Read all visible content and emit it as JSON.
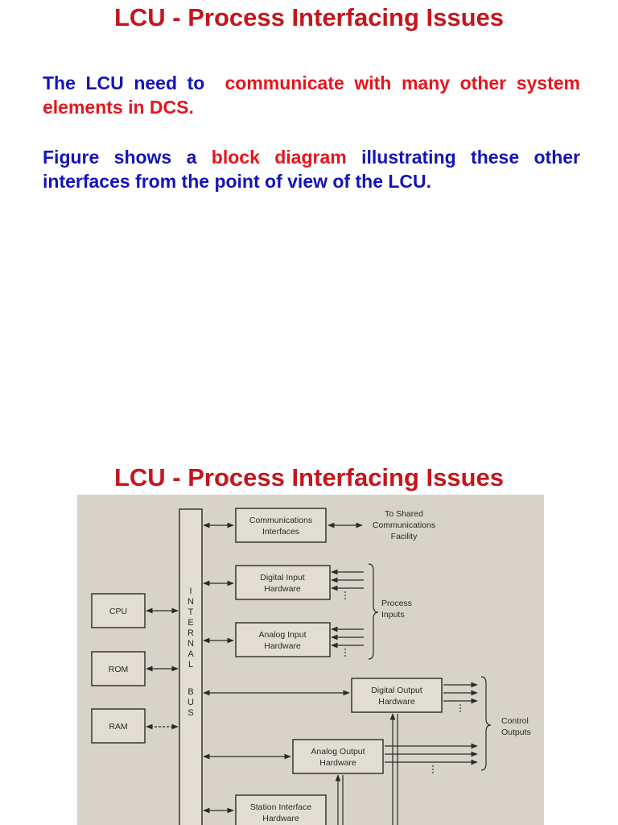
{
  "slides": [
    {
      "title": "LCU - Process Interfacing Issues",
      "paragraph1": {
        "part1": "The LCU need to",
        "part2": "communicate with many other system elements in DCS."
      },
      "paragraph2": {
        "part1": "Figure shows a",
        "part2": "block diagram",
        "part3": "illustrating these other interfaces from the point of view of the LCU."
      }
    },
    {
      "title": "LCU - Process Interfacing Issues",
      "diagram": {
        "bus_letters": [
          "I",
          "N",
          "T",
          "E",
          "R",
          "N",
          "A",
          "L",
          "B",
          "U",
          "S"
        ],
        "left_blocks": [
          "CPU",
          "ROM",
          "RAM"
        ],
        "comm_interfaces": [
          "Communications",
          "Interfaces"
        ],
        "shared_facility": [
          "To Shared",
          "Communications",
          "Facility"
        ],
        "digital_input": [
          "Digital Input",
          "Hardware"
        ],
        "analog_input": [
          "Analog Input",
          "Hardware"
        ],
        "process_inputs": [
          "Process",
          "Inputs"
        ],
        "digital_output": [
          "Digital Output",
          "Hardware"
        ],
        "analog_output": [
          "Analog Output",
          "Hardware"
        ],
        "control_outputs": [
          "Control",
          "Outputs"
        ],
        "station_interface": [
          "Station Interface",
          "Hardware"
        ]
      }
    }
  ]
}
